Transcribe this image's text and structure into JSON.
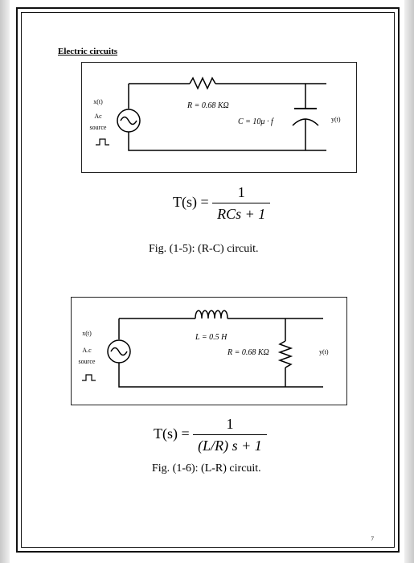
{
  "section_title": "Electric circuits",
  "rc_circuit": {
    "input_label": "x(t)",
    "source_label_1": "Ac",
    "source_label_2": "source",
    "resistor_label": "R = 0.68  KΩ",
    "capacitor_label": "C = 10μ · f",
    "output_label": "y(t)",
    "tf_lhs": "T(s) =",
    "tf_num": "1",
    "tf_den": "RCs + 1",
    "caption": "Fig. (1-5): (R-C) circuit."
  },
  "lr_circuit": {
    "input_label": "x(t)",
    "source_label_1": "A.c",
    "source_label_2": "source",
    "inductor_label": "L = 0.5  H",
    "resistor_label": "R = 0.68  KΩ",
    "output_label": "y(t)",
    "tf_lhs": "T(s) =",
    "tf_num": "1",
    "tf_den": "(L/R) s + 1",
    "caption": "Fig. (1-6): (L-R) circuit."
  },
  "page_number": "7"
}
